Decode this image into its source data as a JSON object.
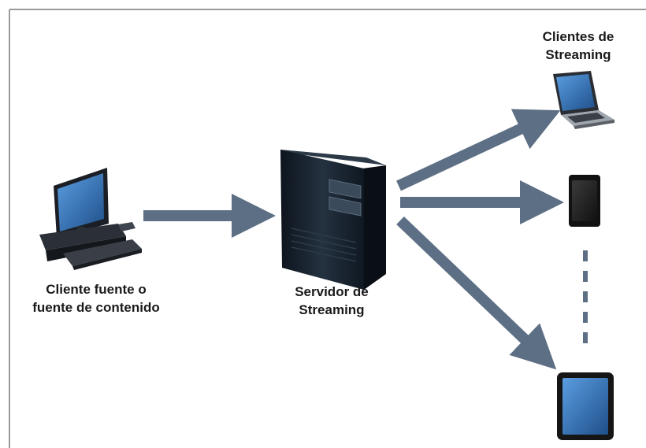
{
  "labels": {
    "source": {
      "line1": "Cliente fuente o",
      "line2": "fuente de contenido"
    },
    "server": {
      "line1": "Servidor de",
      "line2": "Streaming"
    },
    "clients": {
      "line1": "Clientes de",
      "line2": "Streaming"
    }
  },
  "colors": {
    "arrow": "#5d6f84",
    "border": "#9a9a9a",
    "server_body": "#16202c",
    "screen": "#2f6fb3"
  },
  "icons": [
    "desktop-computer-icon",
    "server-tower-icon",
    "laptop-icon",
    "smartphone-icon",
    "tablet-icon",
    "dashed-line-icon"
  ]
}
